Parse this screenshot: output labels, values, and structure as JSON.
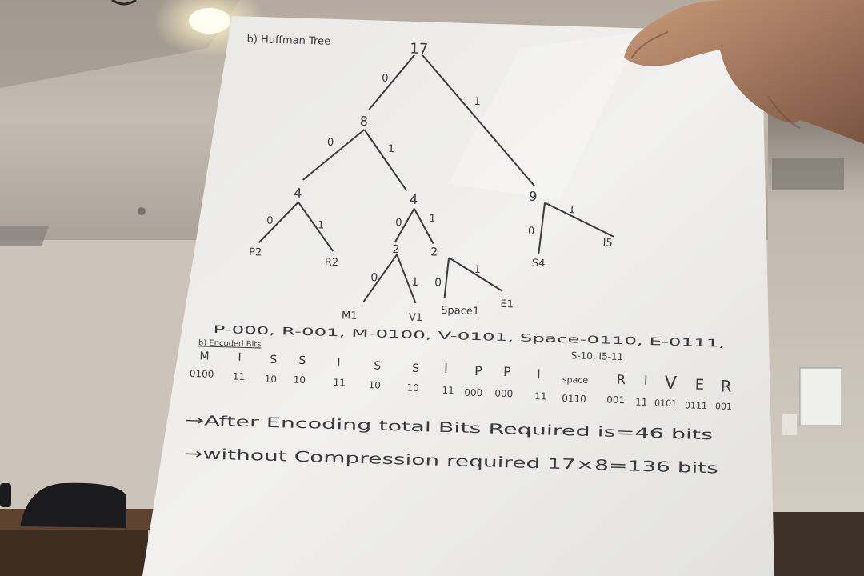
{
  "photo": {
    "subject": "handwritten sheet of paper held up in a room",
    "colors": {
      "wall": "#a89f96",
      "ceiling": "#c9bfb3",
      "paper": "#ecebe8",
      "ink": "#3a3a3c",
      "skin": "#b58a6c",
      "chair": "#1b1b1e",
      "table": "#6b4f36",
      "light": "#fff6d8"
    }
  },
  "sheet": {
    "heading": "b) Huffman Tree",
    "tree": {
      "root": "17",
      "n8": "8",
      "n9": "9",
      "n4a": "4",
      "n4b": "4",
      "n2a": "2",
      "n2b": "2",
      "edge0": "0",
      "edge1": "1",
      "leaves": {
        "p": "P2",
        "r": "R2",
        "m": "M1",
        "v": "V1",
        "space": "Space1",
        "e": "E1",
        "s": "S4",
        "i": "I5"
      }
    },
    "codes_line1": "P-000, R-001, M-0100, V-0101, Space-0110, E-0111,",
    "codes_line2": "S-10, I5-11",
    "encoded_label": "b) Encoded Bits",
    "encoded": [
      {
        "letter": "M",
        "bits": "0100"
      },
      {
        "letter": "I",
        "bits": "11"
      },
      {
        "letter": "S",
        "bits": "10"
      },
      {
        "letter": "S",
        "bits": "10"
      },
      {
        "letter": "I",
        "bits": "11"
      },
      {
        "letter": "S",
        "bits": "10"
      },
      {
        "letter": "S",
        "bits": "10"
      },
      {
        "letter": "I",
        "bits": "11"
      },
      {
        "letter": "P",
        "bits": "000"
      },
      {
        "letter": "P",
        "bits": "000"
      },
      {
        "letter": "I",
        "bits": "11"
      },
      {
        "letter": "space",
        "bits": "0110"
      },
      {
        "letter": "R",
        "bits": "001"
      },
      {
        "letter": "I",
        "bits": "11"
      },
      {
        "letter": "V",
        "bits": "0101"
      },
      {
        "letter": "E",
        "bits": "0111"
      },
      {
        "letter": "R",
        "bits": "001"
      }
    ],
    "after_encoding": "→After Encoding total Bits Required is=46 bits",
    "without_compression": "→without Compression required 17×8=136 bits"
  }
}
